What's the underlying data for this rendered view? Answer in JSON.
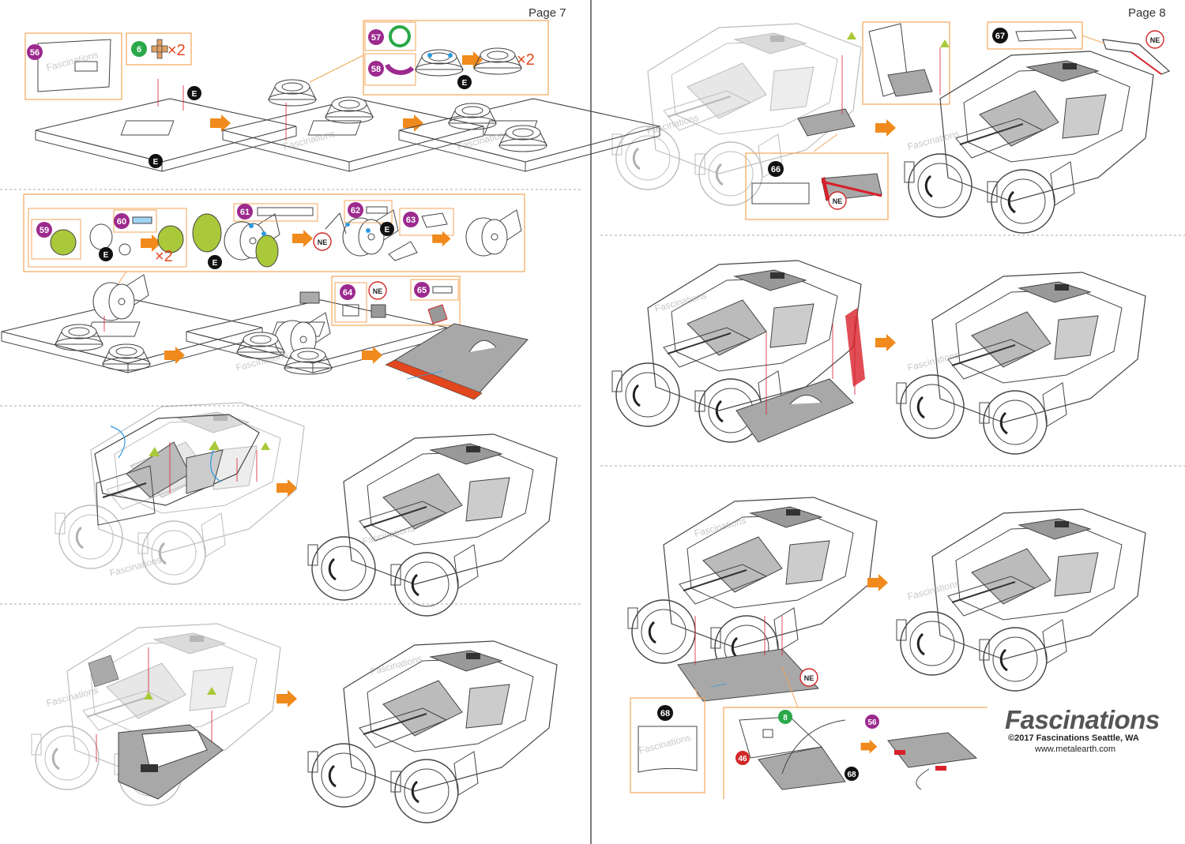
{
  "pages": {
    "left_label": "Page 7",
    "right_label": "Page 8"
  },
  "brand": {
    "name": "Fascinations",
    "copyright": "©2017 Fascinations Seattle, WA",
    "url": "www.metalearth.com"
  },
  "watermark": "Fascinations",
  "markers": {
    "e": "E",
    "ne": "NE",
    "times_two": "×2"
  },
  "parts": {
    "p56": "56",
    "p6": "6",
    "p57": "57",
    "p58": "58",
    "p59": "59",
    "p60": "60",
    "p61": "61",
    "p62": "62",
    "p63": "63",
    "p64": "64",
    "p65": "65",
    "p66": "66",
    "p67": "67",
    "p68": "68",
    "p8": "8",
    "p46": "46"
  },
  "colors": {
    "callout_border": "#f2a65a",
    "arrow": "#f08a1c",
    "part_purple": "#9c2a8e",
    "part_green": "#2aa84a",
    "part_black": "#111111",
    "part_red": "#d22828",
    "highlight_red": "#e2471e",
    "highlight_green": "#a9c93a",
    "glue_blue": "#2e9be0",
    "fold_red": "#d8202a",
    "panel_gray": "#a8a8a8"
  }
}
